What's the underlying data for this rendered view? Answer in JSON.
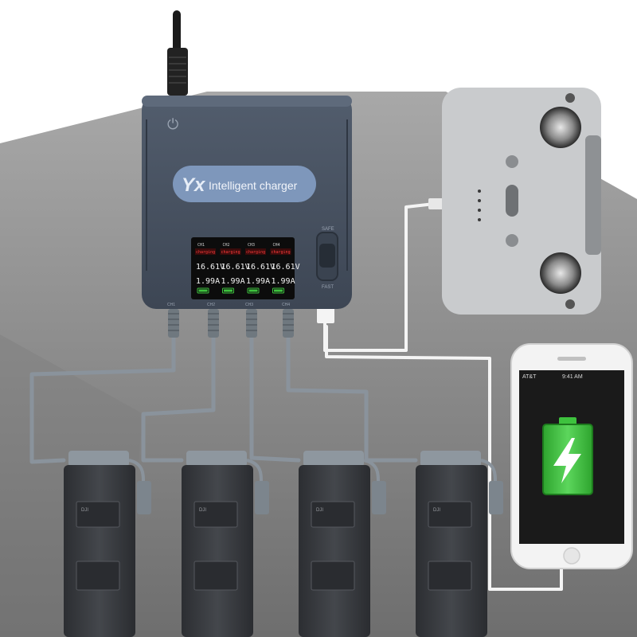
{
  "charger": {
    "logo": "Yx",
    "brand_label": "Intelligent charger",
    "switch_top_label": "SAFE",
    "switch_bottom_label": "FAST",
    "ports": [
      "CH1",
      "CH2",
      "CH3",
      "CH4"
    ]
  },
  "lcd": {
    "channels": [
      {
        "name": "CH1",
        "state": "charging",
        "voltage": "16.61",
        "unit": "V",
        "current": "1.99",
        "current_unit": "A"
      },
      {
        "name": "CH2",
        "state": "charging",
        "voltage": "16.61",
        "unit": "V",
        "current": "1.99",
        "current_unit": "A"
      },
      {
        "name": "CH3",
        "state": "charging",
        "voltage": "16.61",
        "unit": "V",
        "current": "1.99",
        "current_unit": "A"
      },
      {
        "name": "CH4",
        "state": "charging",
        "voltage": "16.61",
        "unit": "V",
        "current": "1.99",
        "current_unit": "A"
      }
    ]
  },
  "colors": {
    "charger_body": "#4a5566",
    "brand_pill": "#7e97bb",
    "cable": "#8a939c",
    "battery": "#3a3c40",
    "controller": "#c9cbcd",
    "phone_screen_bg": "#1a1a1a",
    "battery_icon_green": "#3ec23e",
    "lcd_red": "#ff3b3b",
    "lcd_white": "#f2f2f2"
  },
  "phone": {
    "status_left": "AT&T",
    "status_center": "9:41 AM",
    "icon": "charging-battery-icon"
  },
  "batteries": [
    {
      "label": "DJI"
    },
    {
      "label": "DJI"
    },
    {
      "label": "DJI"
    },
    {
      "label": "DJI"
    }
  ]
}
